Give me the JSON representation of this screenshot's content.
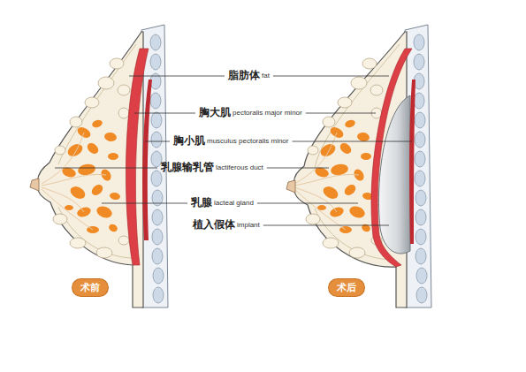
{
  "diagram": {
    "nodes": [
      {
        "text": [
          "术前"
        ]
      },
      {
        "text": [
          "术后"
        ]
      }
    ],
    "labels": [
      "脂肪体",
      "fat",
      "胸大肌",
      "pectoralis major minor",
      "胸小肌",
      "musculus pectoralis minor",
      "乳腺输乳管",
      "lactiferous duct",
      "乳腺",
      "lacteal gland",
      "植入假体",
      "implant"
    ]
  }
}
